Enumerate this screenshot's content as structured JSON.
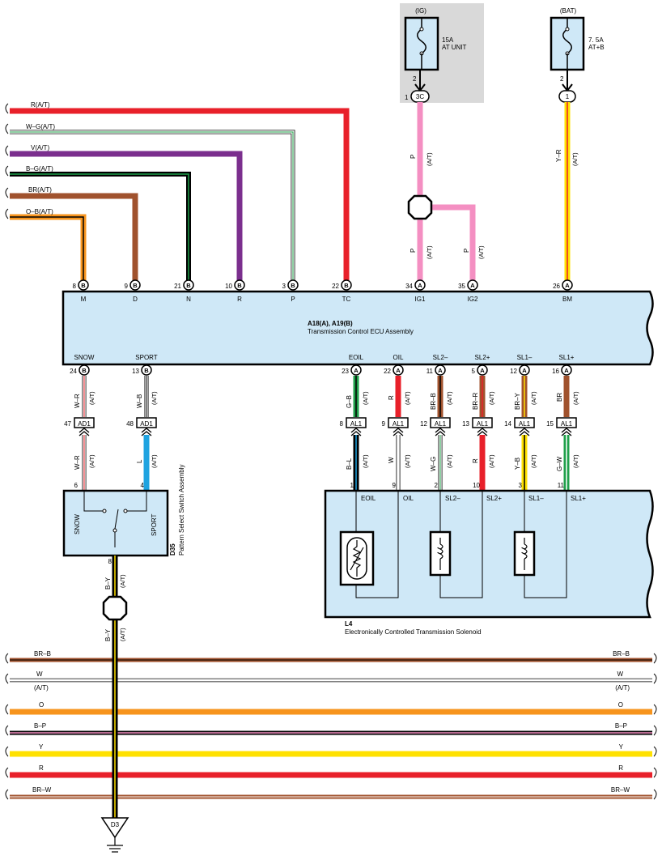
{
  "ig_fuse": {
    "supply": "(IG)",
    "rating": "15A",
    "name": "AT UNIT",
    "pin_top": "2",
    "conn_pin": "1",
    "conn_id": "3C"
  },
  "bat_fuse": {
    "supply": "(BAT)",
    "rating": "7. 5A",
    "name": "AT+B",
    "pin_top": "2",
    "conn_id": "1"
  },
  "left_wires": [
    {
      "label": "R(A/T)",
      "color": "#e8202a"
    },
    {
      "label": "W–G(A/T)",
      "color": "#ffffff"
    },
    {
      "label": "V(A/T)",
      "color": "#7b2f8e"
    },
    {
      "label": "B–G(A/T)",
      "color": "#000000"
    },
    {
      "label": "BR(A/T)",
      "color": "#a0522d"
    },
    {
      "label": "O–B(A/T)",
      "color": "#f7941d"
    }
  ],
  "ecu": {
    "id": "A18(A), A19(B)",
    "name": "Transmission Control ECU Assembly",
    "top_pins": [
      {
        "num": "8",
        "conn": "B",
        "term": "M"
      },
      {
        "num": "9",
        "conn": "B",
        "term": "D"
      },
      {
        "num": "21",
        "conn": "B",
        "term": "N"
      },
      {
        "num": "10",
        "conn": "B",
        "term": "R"
      },
      {
        "num": "3",
        "conn": "B",
        "term": "P"
      },
      {
        "num": "22",
        "conn": "B",
        "term": "TC"
      },
      {
        "num": "34",
        "conn": "A",
        "term": "IG1"
      },
      {
        "num": "35",
        "conn": "A",
        "term": "IG2"
      },
      {
        "num": "26",
        "conn": "A",
        "term": "BM"
      }
    ],
    "bottom_pins": [
      {
        "num": "24",
        "conn": "B",
        "term": "SNOW"
      },
      {
        "num": "13",
        "conn": "B",
        "term": "SPORT"
      },
      {
        "num": "23",
        "conn": "A",
        "term": "EOIL"
      },
      {
        "num": "22",
        "conn": "A",
        "term": "OIL"
      },
      {
        "num": "11",
        "conn": "A",
        "term": "SL2–"
      },
      {
        "num": "5",
        "conn": "A",
        "term": "SL2+"
      },
      {
        "num": "12",
        "conn": "A",
        "term": "SL1–"
      },
      {
        "num": "16",
        "conn": "A",
        "term": "SL1+"
      }
    ]
  },
  "wire_ig1": {
    "label": "P",
    "tag": "(A/T)"
  },
  "wire_ig1_low": {
    "label": "P",
    "tag": "(A/T)"
  },
  "wire_ig2": {
    "label": "P",
    "tag": "(A/T)"
  },
  "wire_bm": {
    "label": "Y–R",
    "tag": "(A/T)"
  },
  "ad1": [
    {
      "pin": "47",
      "id": "AD1",
      "upper": "W–R",
      "lower": "W–R",
      "sw_pin": "6",
      "tag": "(A/T)"
    },
    {
      "pin": "48",
      "id": "AD1",
      "upper": "W–B",
      "lower": "L",
      "sw_pin": "4",
      "tag": "(A/T)"
    }
  ],
  "al1": [
    {
      "pin": "8",
      "id": "AL1",
      "upper": "G–B",
      "lower": "B–L",
      "sol_pin": "1",
      "tag": "(A/T)"
    },
    {
      "pin": "9",
      "id": "AL1",
      "upper": "R",
      "lower": "W",
      "sol_pin": "9",
      "tag": "(A/T)"
    },
    {
      "pin": "12",
      "id": "AL1",
      "upper": "BR–B",
      "lower": "W–G",
      "sol_pin": "2",
      "tag": "(A/T)"
    },
    {
      "pin": "13",
      "id": "AL1",
      "upper": "BR–R",
      "lower": "R",
      "sol_pin": "10",
      "tag": "(A/T)"
    },
    {
      "pin": "14",
      "id": "AL1",
      "upper": "BR–Y",
      "lower": "Y–B",
      "sol_pin": "3",
      "tag": "(A/T)"
    },
    {
      "pin": "15",
      "id": "AL1",
      "upper": "BR",
      "lower": "G–W",
      "sol_pin": "11",
      "tag": "(A/T)"
    }
  ],
  "switch": {
    "id": "D35",
    "name": "Pattern Select Switch Assembly",
    "snow": "SNOW",
    "sport": "SPORT",
    "out_pin": "8"
  },
  "ground_wire": {
    "upper": "B–Y",
    "lower": "B–Y",
    "tag": "(A/T)",
    "ground": "D3"
  },
  "solenoid": {
    "id": "L4",
    "name": "Electronically Controlled Transmission Solenoid",
    "terms": [
      "EOIL",
      "OIL",
      "SL2–",
      "SL2+",
      "SL1–",
      "SL1+"
    ]
  },
  "bus": [
    {
      "label": "BR–B",
      "color": "#a0522d"
    },
    {
      "label": "W",
      "color": "#ffffff"
    },
    {
      "label": "(A/T)",
      "color": ""
    },
    {
      "label": "O",
      "color": "#f7941d"
    },
    {
      "label": "B–P",
      "color": "#000000"
    },
    {
      "label": "Y",
      "color": "#ffe100"
    },
    {
      "label": "R",
      "color": "#e8202a"
    },
    {
      "label": "BR–W",
      "color": "#a0522d"
    }
  ],
  "colors": {
    "box_fill": "#cfe8f7",
    "shade": "#d9d9d9",
    "pink": "#f48fc2",
    "yellow": "#ffe100",
    "green": "#1fa04a",
    "blue": "#1fa3e0"
  }
}
